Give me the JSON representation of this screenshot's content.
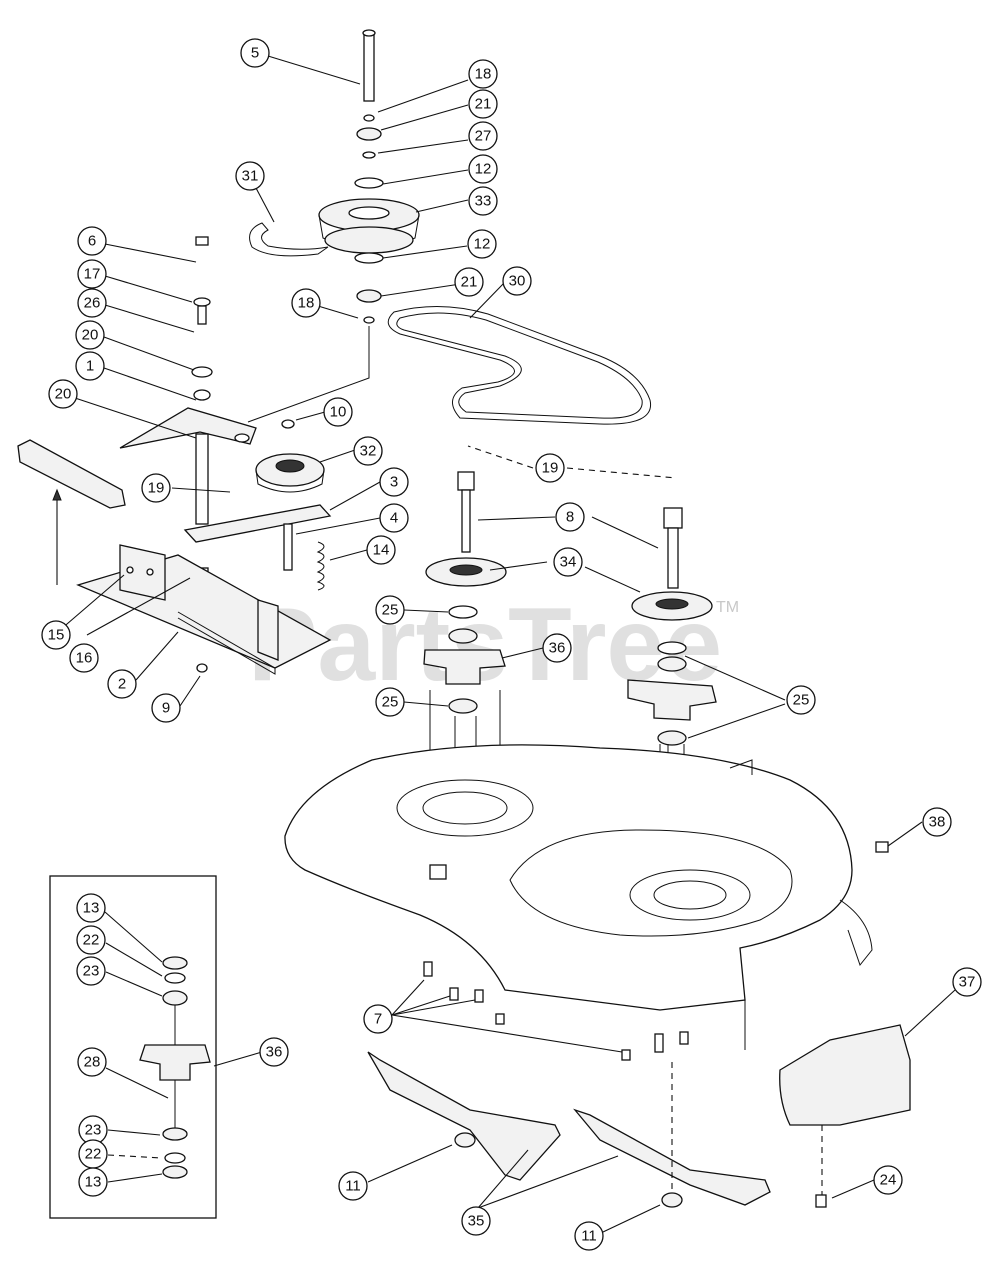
{
  "watermark": {
    "text": "PartsTree",
    "mark": "TM"
  },
  "inset_label": "36",
  "callouts": [
    "5",
    "18",
    "21",
    "27",
    "12",
    "31",
    "33",
    "6",
    "17",
    "26",
    "20",
    "1",
    "12",
    "21",
    "18",
    "30",
    "10",
    "32",
    "19",
    "19",
    "8",
    "3",
    "4",
    "14",
    "34",
    "15",
    "16",
    "2",
    "9",
    "25",
    "36",
    "25",
    "25",
    "38",
    "13",
    "22",
    "23",
    "36",
    "28",
    "23",
    "22",
    "13",
    "7",
    "37",
    "11",
    "35",
    "11",
    "24"
  ]
}
